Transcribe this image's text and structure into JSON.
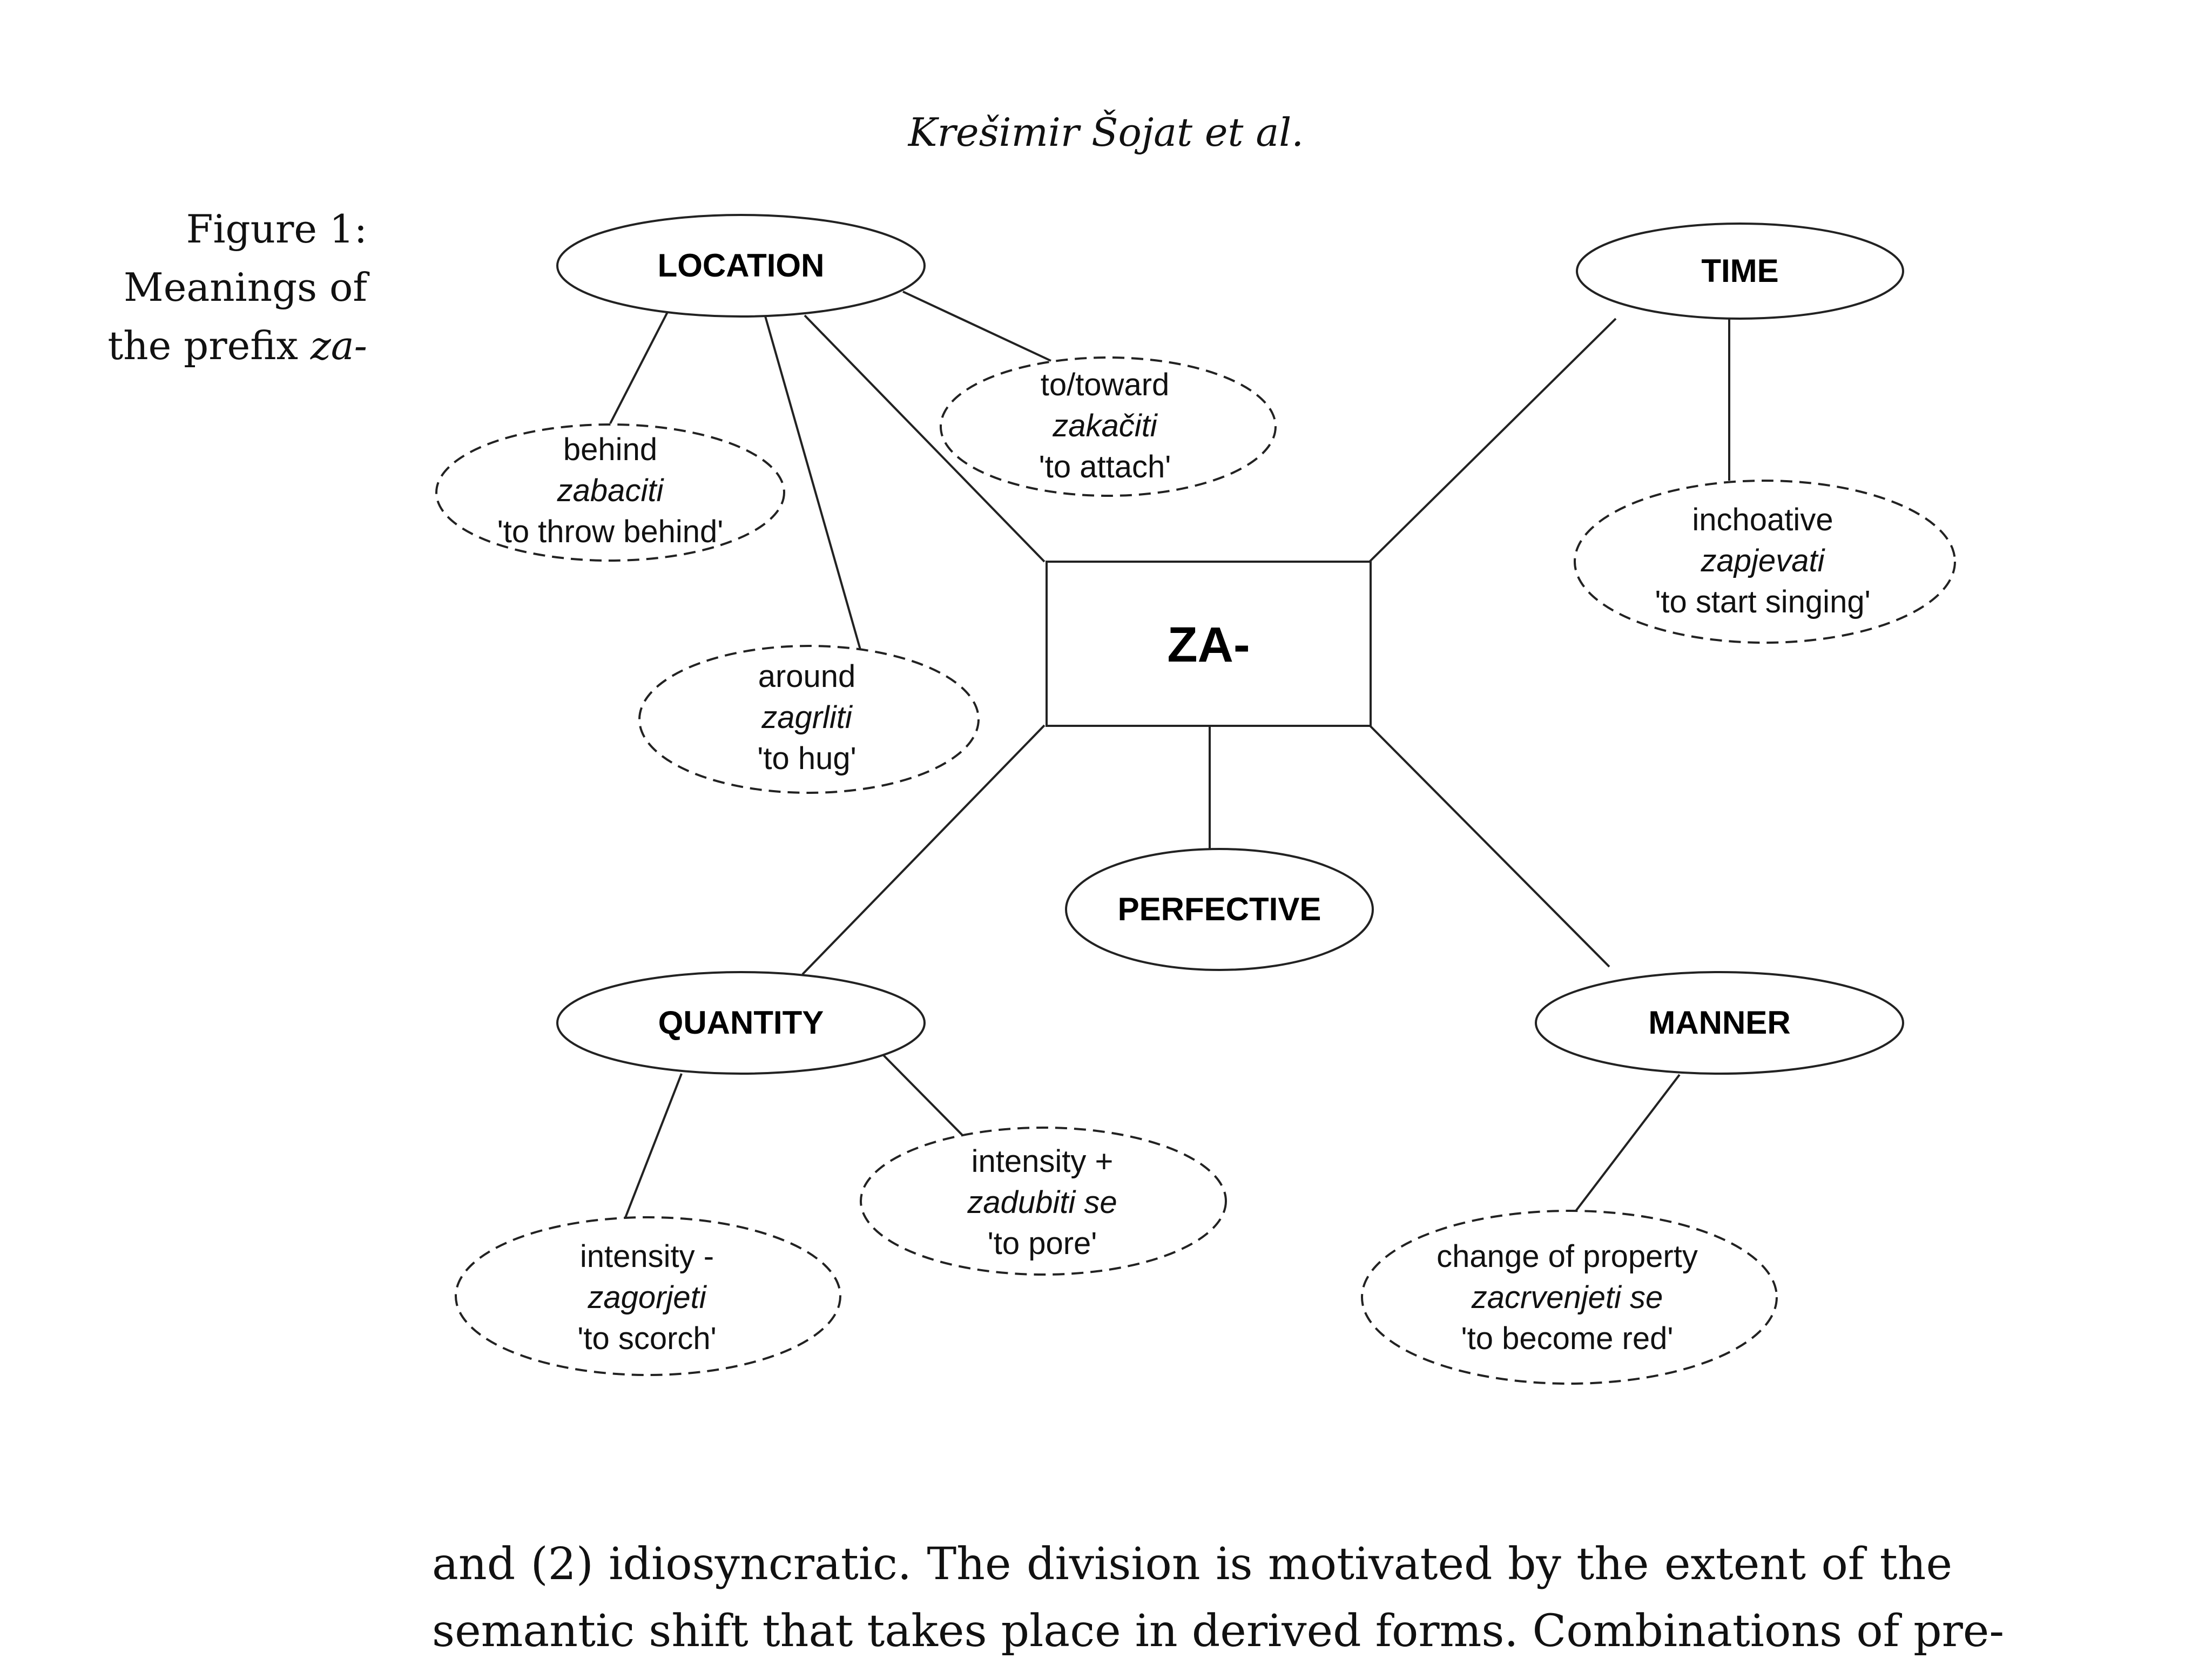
{
  "header": {
    "running_title": "Krešimir Šojat et al."
  },
  "figure": {
    "caption": {
      "line1": "Figure 1:",
      "line2": "Meanings of",
      "line3_prefix": "the prefix ",
      "line3_italic": "za-"
    },
    "center": "ZA-",
    "categories": {
      "location": "LOCATION",
      "time": "TIME",
      "perfective": "PERFECTIVE",
      "quantity": "QUANTITY",
      "manner": "MANNER"
    },
    "meanings": {
      "behind": {
        "meaning": "behind",
        "example": "zabaciti",
        "gloss": "'to throw behind'"
      },
      "toward": {
        "meaning": "to/toward",
        "example": "zakačiti",
        "gloss": "'to attach'"
      },
      "around": {
        "meaning": "around",
        "example": "zagrliti",
        "gloss": "'to hug'"
      },
      "inchoative": {
        "meaning": "inchoative",
        "example": "zapjevati",
        "gloss": "'to start singing'"
      },
      "intensity_minus": {
        "meaning": "intensity -",
        "example": "zagorjeti",
        "gloss": "'to scorch'"
      },
      "intensity_plus": {
        "meaning": "intensity +",
        "example": "zadubiti se",
        "gloss": "'to pore'"
      },
      "change": {
        "meaning": "change of property",
        "example": "zacrvenjeti se",
        "gloss": "'to become red'"
      }
    }
  },
  "body": {
    "line1": "and (2) idiosyncratic. The division is motivated by the extent of the",
    "line2": "semantic shift that takes place in derived forms. Combinations of pre-"
  }
}
